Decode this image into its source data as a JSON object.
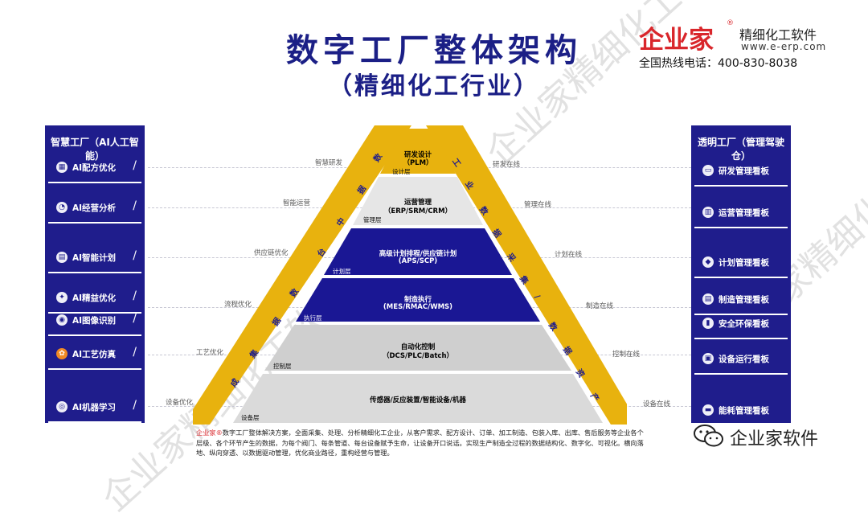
{
  "header": {
    "title": "数字工厂整体架构",
    "subtitle": "（精细化工行业）"
  },
  "brand": {
    "name": "企业家",
    "reg": "®",
    "tagline": "精细化工软件",
    "url": "www.e-erp.com",
    "hotline": "全国热线电话：400-830-8038"
  },
  "left_panel": {
    "title": "智慧工厂（AI人工智能）",
    "items": [
      {
        "label": "AI配方优化",
        "icon": "formula-icon"
      },
      {
        "label": "AI经营分析",
        "icon": "chart-icon"
      },
      {
        "label": "AI智能计划",
        "icon": "plan-icon"
      },
      {
        "label": "AI精益优化",
        "icon": "bulb-icon"
      },
      {
        "label": "AI图像识别",
        "icon": "image-icon"
      },
      {
        "label": "AI工艺仿真",
        "icon": "process-icon"
      },
      {
        "label": "AI机器学习",
        "icon": "learning-icon"
      }
    ]
  },
  "right_panel": {
    "title": "透明工厂（管理驾驶仓）",
    "items": [
      {
        "label": "研发管理看板",
        "icon": "rd-icon"
      },
      {
        "label": "运营管理看板",
        "icon": "ops-icon"
      },
      {
        "label": "计划管理看板",
        "icon": "plan-board-icon"
      },
      {
        "label": "制造管理看板",
        "icon": "mfg-icon"
      },
      {
        "label": "安全环保看板",
        "icon": "safety-icon"
      },
      {
        "label": "设备运行看板",
        "icon": "device-icon"
      },
      {
        "label": "能耗管理看板",
        "icon": "energy-icon"
      }
    ]
  },
  "left_flows": [
    "智慧研发",
    "智能运营",
    "供应链优化",
    "流程优化",
    "工艺优化",
    "设备优化"
  ],
  "right_flows": [
    "研发在线",
    "管理在线",
    "计划在线",
    "制造在线",
    "控制在线",
    "设备在线"
  ],
  "pyramid": {
    "layers": [
      {
        "title": "研发设计",
        "title2": "（PLM）",
        "tag": "设计层"
      },
      {
        "title": "运营管理",
        "title2": "（ERP/SRM/CRM）",
        "tag": "管理层"
      },
      {
        "title": "高级计划排程/供应链计划",
        "title2": "(APS/SCP)",
        "tag": "计划层"
      },
      {
        "title": "制造执行",
        "title2": "(MES/RMAC/WMS)",
        "tag": "执行层"
      },
      {
        "title": "自动化控制",
        "title2": "（DCS/PLC/Batch）",
        "tag": "控制层"
      },
      {
        "title": "传感器/反应装置/智能设备/机器",
        "title2": "",
        "tag": "设备层"
      }
    ],
    "left_band_chars": [
      "数",
      "据",
      "中",
      "台",
      "数",
      "据",
      "集",
      "成"
    ],
    "right_band_chars": [
      "工",
      "业",
      "数",
      "据",
      "采",
      "集",
      "/",
      "数",
      "据",
      "资",
      "产"
    ]
  },
  "description": {
    "lead": "企业家",
    "reg": "®",
    "text": "数字工厂整体解决方案，全面采集、处理、分析精细化工企业，从客户需求、配方设计、订单、加工制造、包装入库、出库、售后服务等企业各个层级、各个环节产生的数据，为每个阀门、每条管道、每台设备赋予生命，让设备开口说话。实现生产制造全过程的数据结构化、数字化、可视化。横向落地、纵向穿透、以数据驱动管理，优化商业路径，重构经营与管理。"
  },
  "wechat": {
    "label": "企业家软件"
  },
  "watermarks": [
    "企业家精细化工软件",
    "企业家精细化工软件",
    "企业家精细化工软件"
  ],
  "colors": {
    "navy": "#1f1d8c",
    "gold": "#e8b20e",
    "grey": "#d6d6d6",
    "red": "#d9262b"
  }
}
